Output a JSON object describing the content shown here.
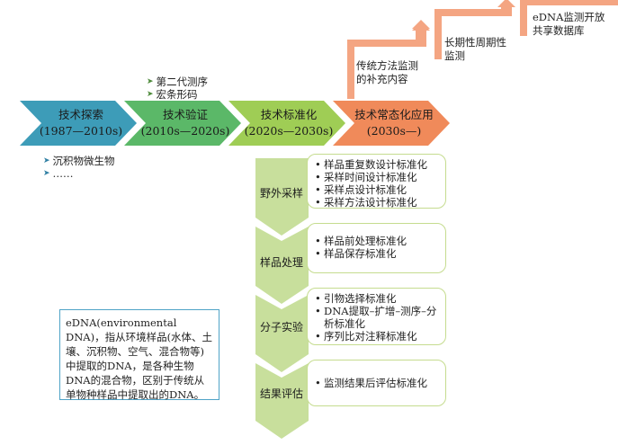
{
  "timeline": {
    "stages": [
      {
        "title": "技术探索",
        "period": "(1987—2010s)",
        "color": "#3d9cb8"
      },
      {
        "title": "技术验证",
        "period": "(2010s—2020s)",
        "color": "#5bb868"
      },
      {
        "title": "技术标准化",
        "period": "(2020s—2030s)",
        "color": "#9fcd55"
      },
      {
        "title": "技术常态化应用",
        "period": "(2030s—)",
        "color": "#f08a5a"
      }
    ],
    "stage1_notes": [
      "沉积物微生物",
      "……"
    ],
    "stage2_notes": [
      "第二代测序",
      "宏条形码"
    ]
  },
  "stairs": {
    "color": "#f4a582",
    "steps": [
      {
        "label_lines": [
          "传统方法监测",
          "的补充内容"
        ]
      },
      {
        "label_lines": [
          "长期性周期性",
          "监测"
        ]
      },
      {
        "label_lines": [
          "eDNA监测开放",
          "共享数据库"
        ]
      }
    ]
  },
  "workflow": {
    "chevron_color": "#c8df9c",
    "steps": [
      {
        "name": "野外采样",
        "items": [
          "样品重复数设计标准化",
          "采样时间设计标准化",
          "采样点设计标准化",
          "采样方法设计标准化"
        ]
      },
      {
        "name": "样品处理",
        "items": [
          "样品前处理标准化",
          "样品保存标准化"
        ]
      },
      {
        "name": "分子实验",
        "items": [
          "引物选择标准化",
          "DNA提取–扩增–测序–分析标准化",
          "序列比对注释标准化"
        ]
      },
      {
        "name": "结果评估",
        "items": [
          "监测结果后评估标准化"
        ]
      }
    ]
  },
  "definition": {
    "text": "eDNA(environmental DNA)，指从环境样品(水体、土壤、沉积物、空气、混合物等)中提取的DNA，是各种生物DNA的混合物，区别于传统从单物种样品中提取出的DNA。"
  }
}
